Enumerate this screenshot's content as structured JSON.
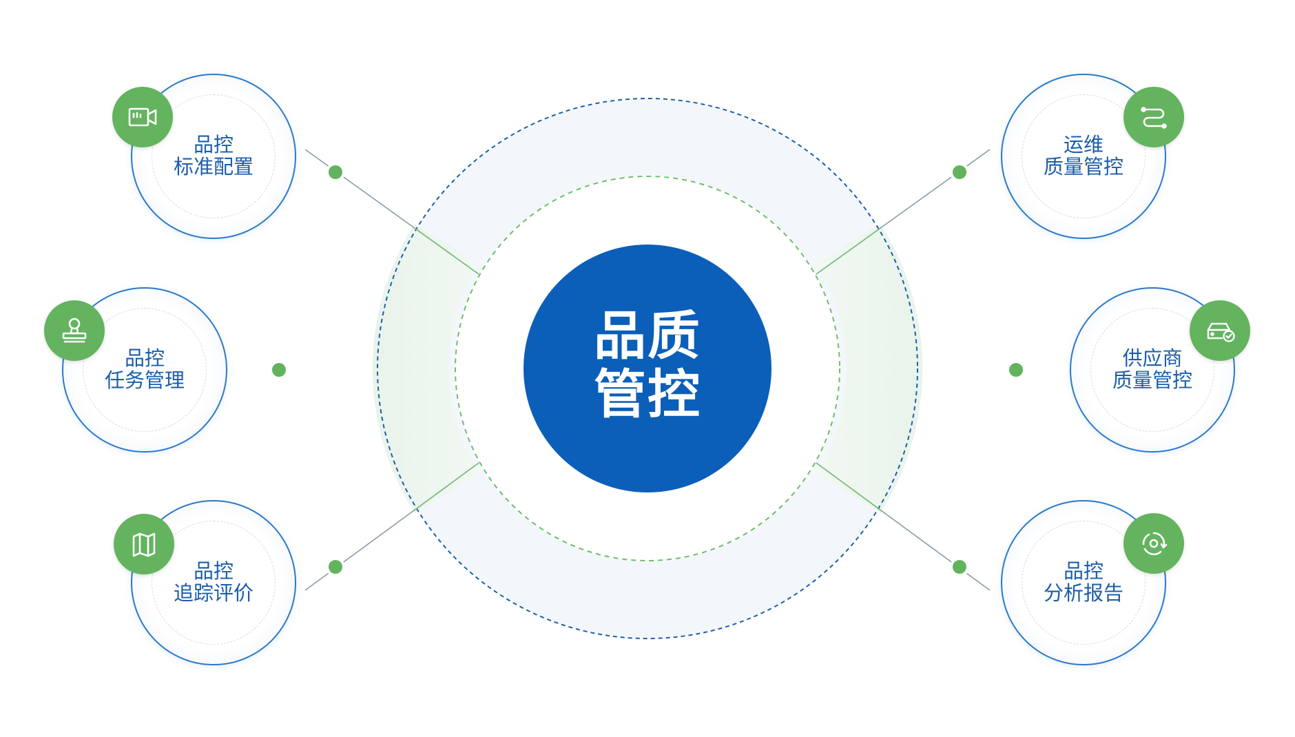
{
  "center": {
    "line1": "品质",
    "line2": "管控"
  },
  "nodes": [
    {
      "line1": "品控",
      "line2": "标准配置",
      "icon": "video-camera-icon"
    },
    {
      "line1": "品控",
      "line2": "任务管理",
      "icon": "stamp-icon"
    },
    {
      "line1": "品控",
      "line2": "追踪评价",
      "icon": "map-icon"
    },
    {
      "line1": "运维",
      "line2": "质量管控",
      "icon": "route-icon"
    },
    {
      "line1": "供应商",
      "line2": "质量管控",
      "icon": "car-check-icon"
    },
    {
      "line1": "品控",
      "line2": "分析报告",
      "icon": "refresh-cycle-icon"
    }
  ],
  "colors": {
    "primary_blue": "#0b5fb8",
    "node_border_blue": "#2b79c7",
    "text_blue": "#1c5ea9",
    "accent_green": "#64b35f",
    "ring_fill": "#f3f7fc"
  }
}
